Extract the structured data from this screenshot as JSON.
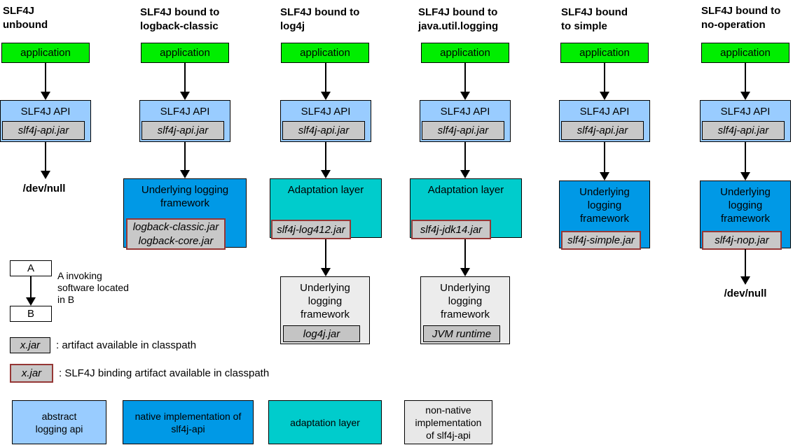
{
  "diagram": {
    "app_label": "application",
    "api_label": "SLF4J API",
    "api_jar": "slf4j-api.jar",
    "columns": [
      {
        "title1": "SLF4J",
        "title2": "unbound",
        "sink": "/dev/null"
      },
      {
        "title1": "SLF4J bound to",
        "title2": "logback-classic",
        "framework": {
          "label": "Underlying logging framework",
          "jars": [
            "logback-classic.jar",
            "logback-core.jar"
          ]
        }
      },
      {
        "title1": "SLF4J bound to",
        "title2": "log4j",
        "adaptation": {
          "label": "Adaptation layer",
          "jar": "slf4j-log412.jar"
        },
        "underlying": {
          "label": "Underlying logging framework",
          "jar": "log4j.jar"
        }
      },
      {
        "title1": "SLF4J bound to",
        "title2": "java.util.logging",
        "adaptation": {
          "label": "Adaptation layer",
          "jar": "slf4j-jdk14.jar"
        },
        "underlying": {
          "label": "Underlying logging framework",
          "jar": "JVM runtime"
        }
      },
      {
        "title1": "SLF4J bound",
        "title2": "to simple",
        "framework": {
          "label": "Underlying logging framework",
          "jar": "slf4j-simple.jar"
        }
      },
      {
        "title1": "SLF4J bound to",
        "title2": "no-operation",
        "framework": {
          "label": "Underlying logging framework",
          "jar": "slf4j-nop.jar"
        },
        "sink": "/dev/null"
      }
    ]
  },
  "legend": {
    "invoke": {
      "a": "A",
      "b": "B",
      "line1": "A invoking",
      "line2": "software located",
      "line3": "in B"
    },
    "artifact": {
      "box": "x.jar",
      "text": ": artifact available in classpath"
    },
    "binding": {
      "box": "x.jar",
      "text": ": SLF4J binding artifact available in classpath"
    },
    "key": [
      {
        "text": "abstract logging api"
      },
      {
        "text": "native implementation of slf4j-api"
      },
      {
        "text": "adaptation layer"
      },
      {
        "text": "non-native implementation of slf4j-api"
      }
    ]
  },
  "colors": {
    "application_green": "#00ee00",
    "abstract_api_blue": "#99ccff",
    "native_impl_blue": "#0099e6",
    "adaptation_teal": "#00cccc",
    "jar_gray": "#c8c8c8",
    "binding_border_red": "#953735",
    "non_native_gray": "#ececec"
  }
}
